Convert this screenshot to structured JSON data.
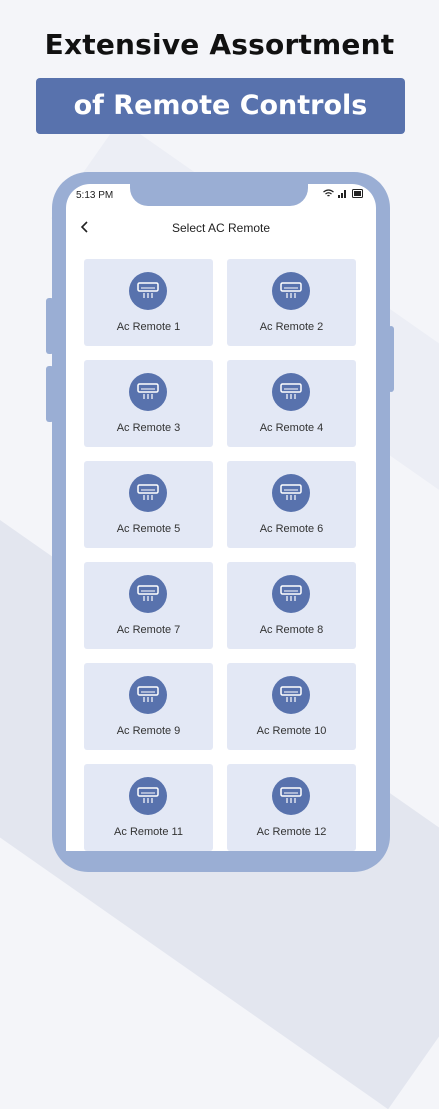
{
  "headline": {
    "line1": "Extensive Assortment",
    "line2": "of Remote Controls"
  },
  "colors": {
    "accent": "#5872ad",
    "phone_frame": "#9aaed4",
    "card_bg": "#e3e8f5"
  },
  "status_bar": {
    "time": "5:13 PM",
    "icons": [
      "wifi-icon",
      "signal-icon",
      "battery-icon"
    ]
  },
  "header": {
    "back_icon": "chevron-left-icon",
    "title": "Select AC Remote"
  },
  "remotes": [
    {
      "label": "Ac Remote 1",
      "icon": "air-conditioner-icon"
    },
    {
      "label": "Ac Remote 2",
      "icon": "air-conditioner-icon"
    },
    {
      "label": "Ac Remote 3",
      "icon": "air-conditioner-icon"
    },
    {
      "label": "Ac Remote 4",
      "icon": "air-conditioner-icon"
    },
    {
      "label": "Ac Remote 5",
      "icon": "air-conditioner-icon"
    },
    {
      "label": "Ac Remote 6",
      "icon": "air-conditioner-icon"
    },
    {
      "label": "Ac Remote 7",
      "icon": "air-conditioner-icon"
    },
    {
      "label": "Ac Remote 8",
      "icon": "air-conditioner-icon"
    },
    {
      "label": "Ac Remote 9",
      "icon": "air-conditioner-icon"
    },
    {
      "label": "Ac Remote 10",
      "icon": "air-conditioner-icon"
    },
    {
      "label": "Ac Remote 11",
      "icon": "air-conditioner-icon"
    },
    {
      "label": "Ac Remote 12",
      "icon": "air-conditioner-icon"
    }
  ]
}
